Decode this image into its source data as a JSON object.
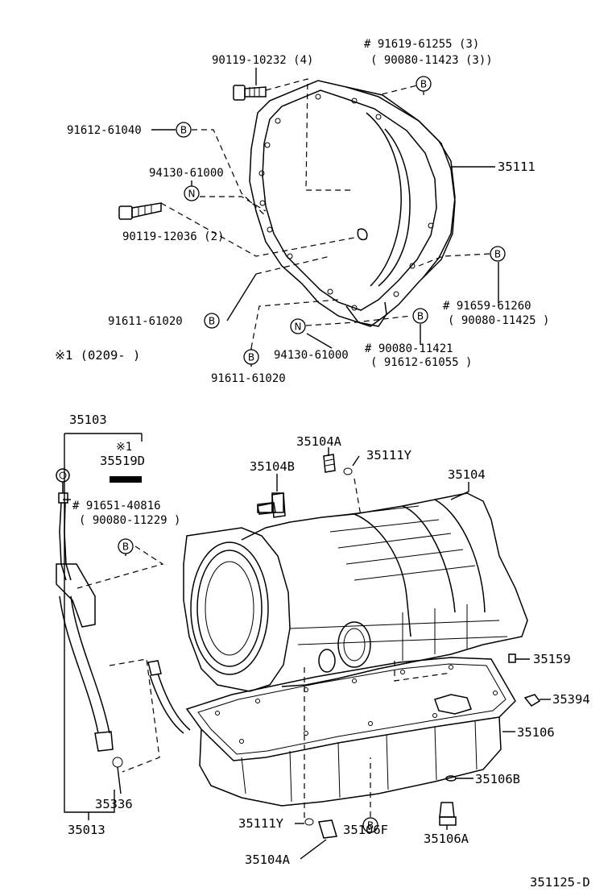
{
  "labels": {
    "p_90119_10232": "90119-10232 (4)",
    "p_91619_61255": "# 91619-61255 (3)",
    "p_90080_11423": "( 90080-11423 (3))",
    "p_91612_61040": "91612-61040",
    "p_35111": "35111",
    "p_94130_61000_top": "94130-61000",
    "p_90119_12036": "90119-12036 (2)",
    "p_91659_61260": "# 91659-61260",
    "p_90080_11425": "( 90080-11425 )",
    "p_91611_61020_left": "91611-61020",
    "p_90080_11421": "# 90080-11421",
    "p_91612_61055": "( 91612-61055 )",
    "p_94130_61000_bottom": "94130-61000",
    "p_91611_61020_bottom": "91611-61020",
    "note_1": "※1 (0209-      )",
    "p_35103": "35103",
    "note_1_small": "※1",
    "p_35519D": "35519D",
    "p_91651_40816": "# 91651-40816",
    "p_90080_11229": "( 90080-11229 )",
    "p_35104A_top": "35104A",
    "p_35111Y_top": "35111Y",
    "p_35104B": "35104B",
    "p_35104": "35104",
    "p_35159": "35159",
    "p_35394": "35394",
    "p_35106": "35106",
    "p_35106B": "35106B",
    "p_35336": "35336",
    "p_35013": "35013",
    "p_35111Y_bottom": "35111Y",
    "p_35106A": "35106A",
    "p_35104A_bottom": "35104A",
    "p_35106F": "35106F",
    "diagram_code": "351125-D"
  },
  "markers": {
    "b": "B",
    "n": "N"
  }
}
